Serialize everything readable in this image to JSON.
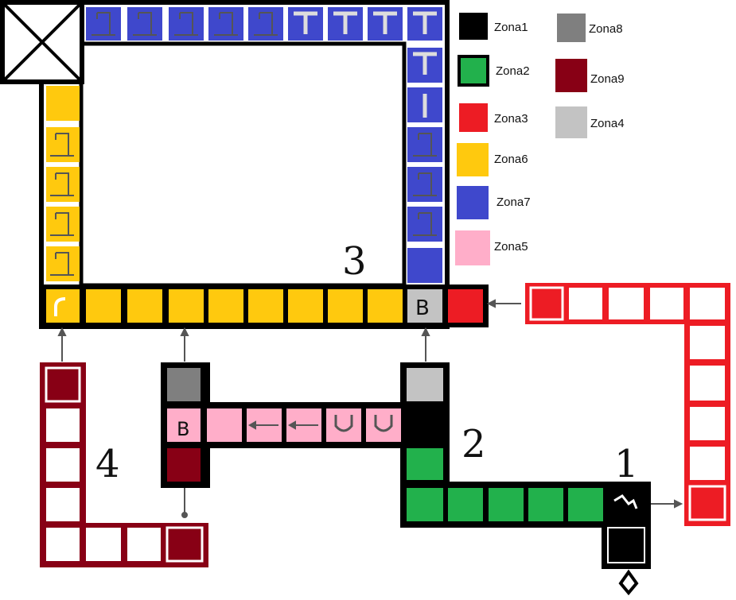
{
  "legend": [
    {
      "label": "Zona1",
      "color": "#000000"
    },
    {
      "label": "Zona2",
      "color": "#22b14c"
    },
    {
      "label": "Zona3",
      "color": "#ed1c24"
    },
    {
      "label": "Zona6",
      "color": "#ffc90e"
    },
    {
      "label": "Zona7",
      "color": "#3f48cc"
    },
    {
      "label": "Zona5",
      "color": "#ffaec9"
    },
    {
      "label": "Zona8",
      "color": "#7f7f7f"
    },
    {
      "label": "Zona9",
      "color": "#880015"
    },
    {
      "label": "Zona4",
      "color": "#c3c3c3"
    }
  ],
  "handwritten_numbers": [
    "1",
    "2",
    "3",
    "4"
  ],
  "cell_letters": {
    "zona4_corner": "B",
    "zona5_corner": "B",
    "zona2_corner": "B"
  },
  "colors": {
    "zona1": "#000000",
    "zona2": "#22b14c",
    "zona3": "#ed1c24",
    "zona4": "#c3c3c3",
    "zona5": "#ffaec9",
    "zona6": "#ffc90e",
    "zona7": "#3f48cc",
    "zona8": "#7f7f7f",
    "zona9": "#880015",
    "border": "#000000",
    "empty": "#ffffff"
  }
}
